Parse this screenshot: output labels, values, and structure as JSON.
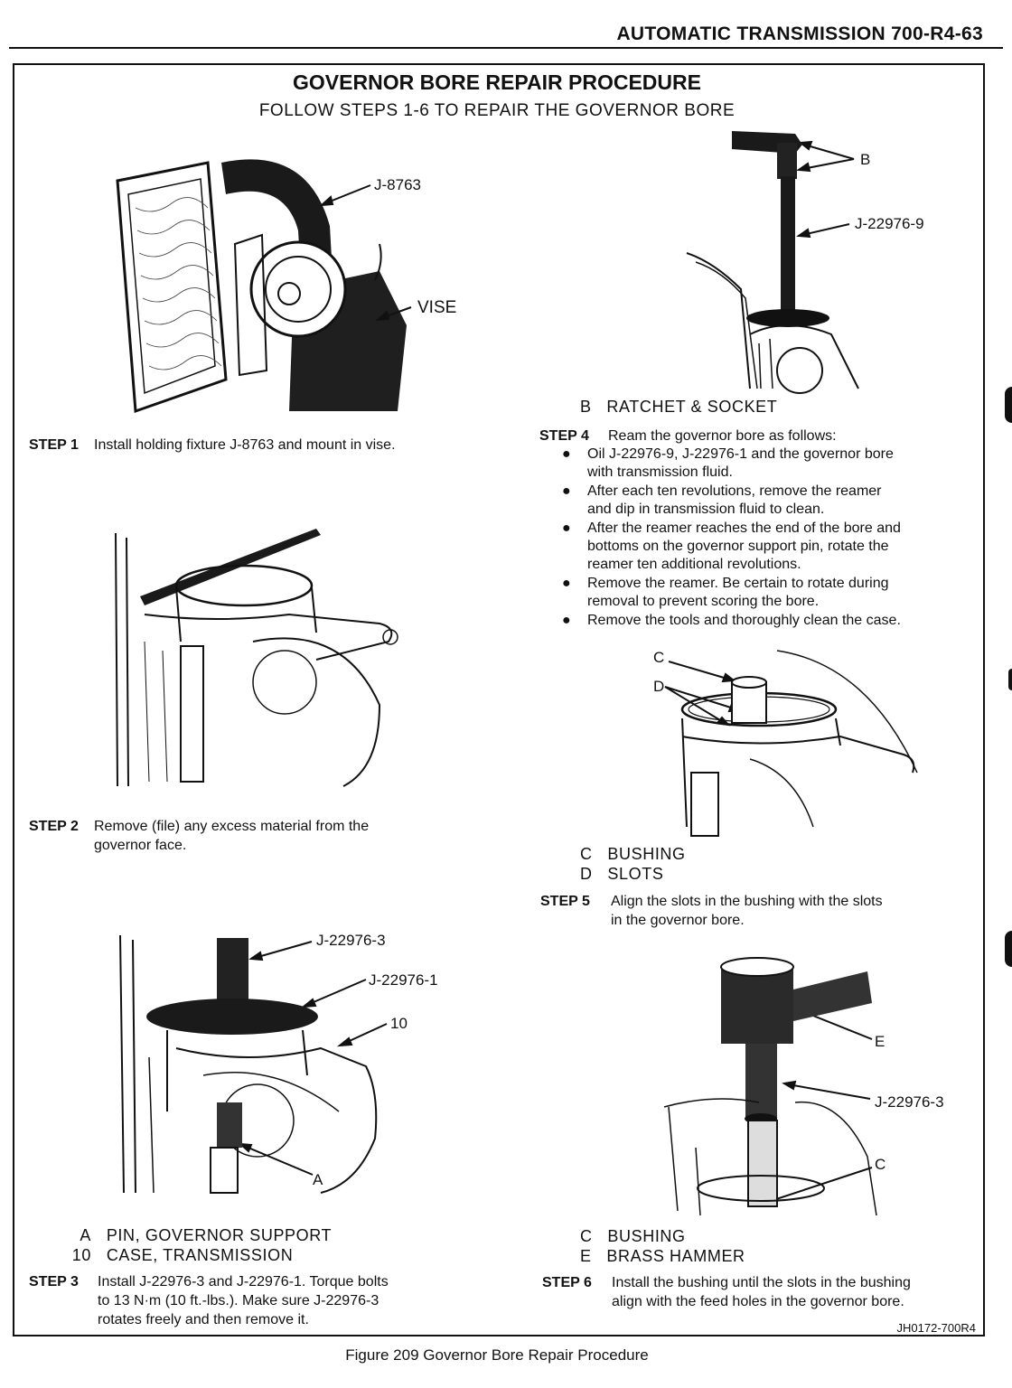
{
  "header": {
    "title": "AUTOMATIC TRANSMISSION  700-R4-63"
  },
  "main": {
    "title": "GOVERNOR BORE REPAIR PROCEDURE",
    "subtitle": "FOLLOW STEPS 1-6 TO REPAIR THE GOVERNOR BORE"
  },
  "step1": {
    "label": "STEP 1",
    "text": "Install holding fixture J-8763 and mount in vise.",
    "callouts": {
      "fixture": "J-8763",
      "vise": "VISE"
    }
  },
  "step2": {
    "label": "STEP 2",
    "text_line1": "Remove (file) any excess material from the",
    "text_line2": "governor face."
  },
  "step3": {
    "callouts": {
      "tool3": "J-22976-3",
      "tool1": "J-22976-1",
      "ten": "10",
      "a": "A"
    },
    "legend": [
      {
        "key": "A",
        "text": "PIN, GOVERNOR SUPPORT"
      },
      {
        "key": "10",
        "text": "CASE, TRANSMISSION"
      }
    ],
    "label": "STEP 3",
    "text_line1": "Install J-22976-3 and J-22976-1.  Torque bolts",
    "text_line2": "to 13 N·m (10 ft.-lbs.).  Make sure J-22976-3",
    "text_line3": "rotates freely and then remove it."
  },
  "step4": {
    "callouts": {
      "b": "B",
      "tool9": "J-22976-9"
    },
    "legend": [
      {
        "key": "B",
        "text": "RATCHET & SOCKET"
      }
    ],
    "label": "STEP 4",
    "intro": "Ream the governor bore as follows:",
    "bullets": [
      {
        "l1": "Oil J-22976-9, J-22976-1 and the governor bore",
        "l2": "with transmission fluid.",
        "l3": ""
      },
      {
        "l1": "After each ten revolutions, remove the reamer",
        "l2": "and dip in transmission fluid to clean.",
        "l3": ""
      },
      {
        "l1": "After the reamer reaches the end of the bore and",
        "l2": "bottoms on the governor support pin, rotate the",
        "l3": "reamer ten additional revolutions."
      },
      {
        "l1": "Remove the reamer.  Be certain to rotate during",
        "l2": "removal to prevent scoring the bore.",
        "l3": ""
      },
      {
        "l1": "Remove the tools and thoroughly clean the case.",
        "l2": "",
        "l3": ""
      }
    ]
  },
  "step5": {
    "callouts": {
      "c": "C",
      "d": "D"
    },
    "legend": [
      {
        "key": "C",
        "text": "BUSHING"
      },
      {
        "key": "D",
        "text": "SLOTS"
      }
    ],
    "label": "STEP 5",
    "text_line1": "Align the slots in the bushing with the slots",
    "text_line2": "in the governor bore."
  },
  "step6": {
    "callouts": {
      "e": "E",
      "tool3": "J-22976-3",
      "c": "C"
    },
    "legend": [
      {
        "key": "C",
        "text": "BUSHING"
      },
      {
        "key": "E",
        "text": "BRASS HAMMER"
      }
    ],
    "label": "STEP 6",
    "text_line1": "Install the bushing until the slots in the bushing",
    "text_line2": "align with the feed holes in the governor bore."
  },
  "footer": {
    "code": "JH0172-700R4",
    "caption": "Figure 209 Governor Bore Repair Procedure"
  }
}
